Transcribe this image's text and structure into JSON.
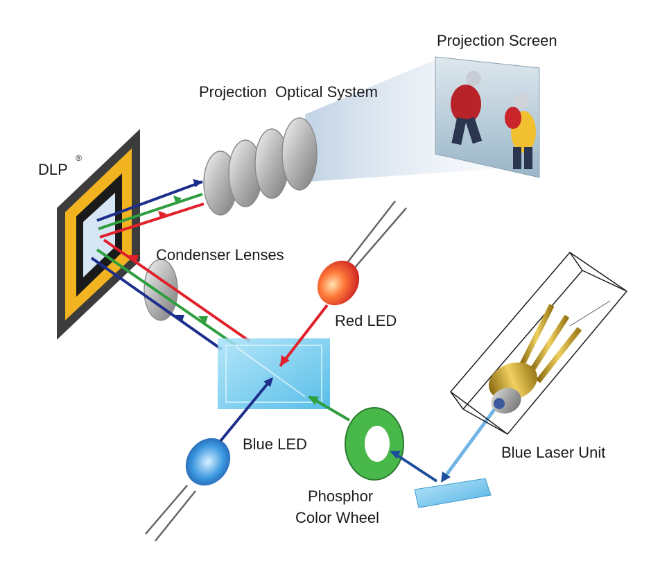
{
  "labels": {
    "projection_screen": "Projection Screen",
    "projection_optical_system": "Projection  Optical System",
    "dlp": "DLP",
    "dlp_mark": "®",
    "condenser_lenses": "Condenser Lenses",
    "red_led": "Red LED",
    "blue_led": "Blue LED",
    "blue_laser_unit": "Blue Laser Unit",
    "phosphor_line1": "Phosphor",
    "phosphor_line2": "Color Wheel"
  },
  "colors": {
    "red_beam": "#e0202a",
    "green_beam": "#2e9e3e",
    "blue_beam": "#1c2e8c",
    "laser_beam": "#5aa8e0",
    "dlp_frame": "#3c3c3c",
    "dlp_gold": "#f2b320",
    "prism": "#5fc6ee",
    "phosphor_wheel": "#49b84a",
    "gold_pins": "#d8b43a"
  }
}
